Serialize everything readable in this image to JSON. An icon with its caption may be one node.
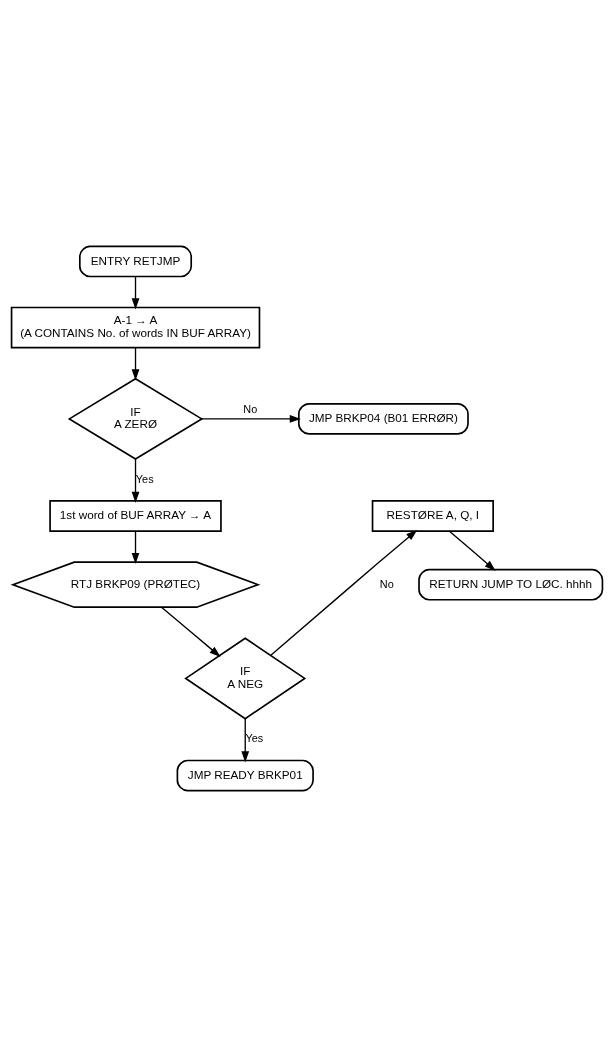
{
  "diagram": {
    "nodes": [
      {
        "text": [
          "ENTRY RETJMP"
        ]
      },
      {
        "text": [
          "A-1 → A",
          "(A CONTAINS No. of words IN BUF ARRAY)"
        ]
      },
      {
        "text": [
          "IF",
          "A ZERØ"
        ]
      },
      {
        "text": [
          "JMP BRKP04 (B01 ERRØR)"
        ]
      },
      {
        "text": [
          "1st word of BUF ARRAY → A"
        ]
      },
      {
        "text": [
          "RTJ BRKP09 (PRØTEC)"
        ]
      },
      {
        "text": [
          "IF",
          "A NEG"
        ]
      },
      {
        "text": [
          "RESTØRE A, Q, I"
        ]
      },
      {
        "text": [
          "RETURN JUMP TO LØC. hhhh"
        ]
      },
      {
        "text": [
          "JMP READY BRKP01"
        ]
      }
    ],
    "edges": [
      {
        "from": 0,
        "to": 1,
        "arrow": "to"
      },
      {
        "from": 1,
        "to": 2,
        "arrow": "to"
      },
      {
        "from": 2,
        "to": 3,
        "arrow": "to",
        "label": "No"
      },
      {
        "from": 2,
        "to": 4,
        "arrow": "to",
        "label": "Yes"
      },
      {
        "from": 4,
        "to": 5,
        "arrow": "to"
      },
      {
        "from": 5,
        "to": 6,
        "arrow": "to"
      },
      {
        "from": 6,
        "to": 7,
        "arrow": "to",
        "label": "No"
      },
      {
        "from": 7,
        "to": 8,
        "arrow": "to"
      },
      {
        "from": 6,
        "to": 9,
        "arrow": "to",
        "label": "Yes"
      }
    ]
  }
}
